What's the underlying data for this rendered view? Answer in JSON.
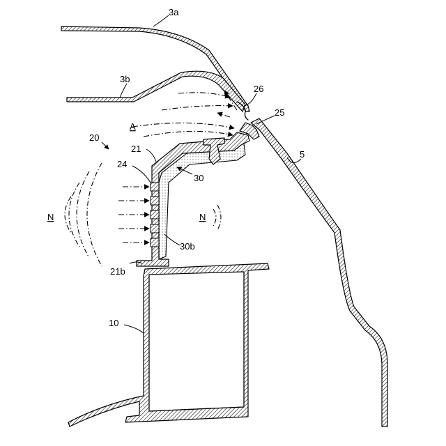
{
  "labels": {
    "l3a": "3a",
    "l3b": "3b",
    "l26": "26",
    "l25": "25",
    "l5": "5",
    "lA": "A",
    "l20": "20",
    "l21": "21",
    "l24": "24",
    "l30": "30",
    "lN_left": "N",
    "lN_right": "N",
    "l30b": "30b",
    "l21b": "21b",
    "l10": "10"
  }
}
